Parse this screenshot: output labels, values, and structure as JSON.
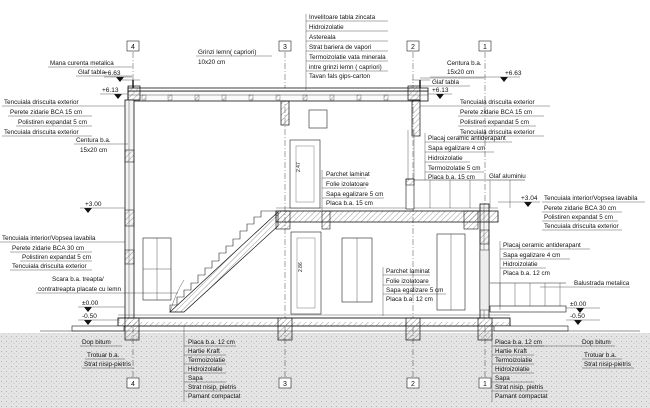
{
  "axes": {
    "a4": "4",
    "a3": "3",
    "a2": "2",
    "a1": "1"
  },
  "levels": {
    "top_left": "+6.63",
    "top_right": "+6.63",
    "eave_left": "+6.13",
    "eave_right": "+6.13",
    "mid_left": "+3.00",
    "mid_right": "+3.04",
    "ground_left": "±0.00",
    "ground_right": "±0.00",
    "bottom_left": "-0.50",
    "bottom_right": "-0.50"
  },
  "dims": {
    "upper": "2.47",
    "lower": "2.86"
  },
  "roof_stack": [
    "Invelitoare tabla zincata",
    "Hidroizolatie",
    "Astereala",
    "Strat bariera de vapori",
    "Termoizolatie vata minerala",
    "intre grinzi lemn (  capriori)",
    "Tavan fals gips-carton"
  ],
  "grinzi": [
    "Grinzi lemn(  capriori)",
    "10x20 cm"
  ],
  "left_top": [
    "Mana curenta metalica",
    "Glaf tabla"
  ],
  "right_top": [
    "Centura b.a.",
    "15x20 cm",
    "Glaf tabla"
  ],
  "wall_left_top": [
    "Tencuiala driscuita exterior",
    "Perete zidarie BCA 15 cm",
    "Polistiren expandat 5 cm",
    "Tencuiala driscuita exterior"
  ],
  "wall_right_top": [
    "Tencuiala driscuita exterior",
    "Perete zidarie BCA 15 cm",
    "Polistiren expandat 5 cm",
    "Tencuiala driscuita exterior"
  ],
  "centura_left": [
    "Centura b.a.",
    "15x20 cm"
  ],
  "floor_upper_right": [
    "Placaj ceramic antiderapant",
    "Sapa egalizare 4 cm",
    "Hidroizolatie",
    "Termoizolatie 5 cm",
    "Placa b.a. 15 cm"
  ],
  "glaf_aluminiu": "Glaf aluminiu",
  "parchet_upper": [
    "Parchet laminat",
    "Folie izolatoare",
    "Sapa egalizare 5 cm",
    "Placa b.a. 15 cm"
  ],
  "wall_right_mid": [
    "Tencuiala interior/Vopsea lavabila",
    "Perete zidarie BCA 30 cm",
    "Polistiren expandat 5 cm",
    "Tencuiala driscuita exterior"
  ],
  "wall_left_mid": [
    "Tencuiala interior/Vopsea lavabila",
    "Perete zidarie BCA 30 cm",
    "Polistiren expandat 5 cm",
    "Tencuiala driscuita exterior"
  ],
  "stair": [
    "Scara b.a. treapta/",
    "contratreapta placate cu lemn"
  ],
  "floor_lower_right": [
    "Placaj ceramic antiderapant",
    "Sapa egalizare 4 cm",
    "Hidroizolatie",
    "Placa b.a. 12 cm"
  ],
  "balustrada": "Balustrada metalica",
  "parchet_lower": [
    "Parchet laminat",
    "Folie izolatoare",
    "Sapa egalizare 5 cm",
    "Placa b.a. 12 cm"
  ],
  "dop_left": "Dop bitum",
  "dop_right": "Dop bitum",
  "trotuar_left": [
    "Trotuar b.a.",
    "Strat nisip-pietris"
  ],
  "trotuar_right": [
    "Trotuar b.a.",
    "Strat nisip-pietris"
  ],
  "ground_stack_left": [
    "Placa b.a. 12 cm",
    "Hartie Kraft",
    "Termoizolatie",
    "Hidroizolatie",
    "Sapa",
    "Strat nisip, pietris",
    "Pamant compactat"
  ],
  "ground_stack_right": [
    "Placa b.a. 12 cm",
    "Hartie Kraft",
    "Termoizolatie",
    "Hidroizolatie",
    "Sapa",
    "Strat nisip, pietris",
    "Pamant compactat"
  ]
}
